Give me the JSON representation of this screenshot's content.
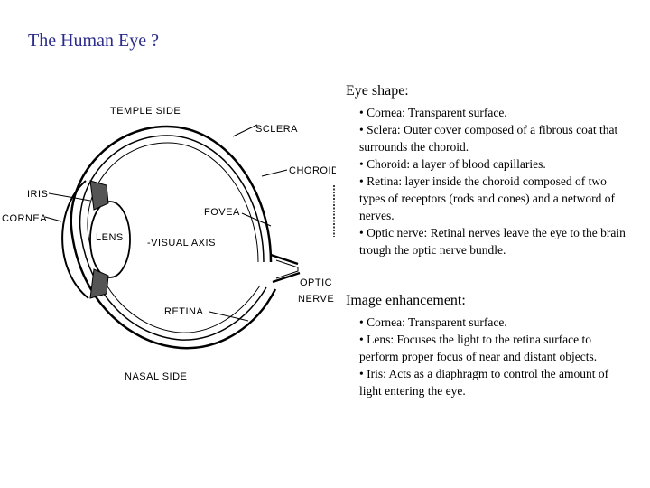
{
  "title": "The Human Eye ?",
  "diagram": {
    "temple_side": "TEMPLE  SIDE",
    "sclera": "SCLERA",
    "choroid": "CHOROID",
    "iris": "IRIS",
    "cornea": "CORNEA",
    "fovea": "FOVEA",
    "lens": "LENS",
    "visual_axis": "-VISUAL AXIS",
    "optic": "OPTIC",
    "nerve": "NERVE",
    "retina": "RETINA",
    "nasal_side": "NASAL  SIDE"
  },
  "sections": [
    {
      "heading": "Eye shape:",
      "items": [
        "• Cornea: Transparent surface.",
        "• Sclera: Outer cover composed of a fibrous coat that surrounds the choroid.",
        "• Choroid: a layer of blood capillaries.",
        "• Retina: layer inside the choroid composed of two types of receptors (rods and cones) and a netword of nerves.",
        "• Optic nerve: Retinal nerves leave the eye to the brain trough the optic nerve bundle."
      ]
    },
    {
      "heading": "Image enhancement:",
      "items": [
        "• Cornea: Transparent surface.",
        "• Lens: Focuses the light to the retina surface to perform proper focus of near and distant objects.",
        "• Iris: Acts as a diaphragm to control the amount of light entering the eye."
      ]
    }
  ]
}
